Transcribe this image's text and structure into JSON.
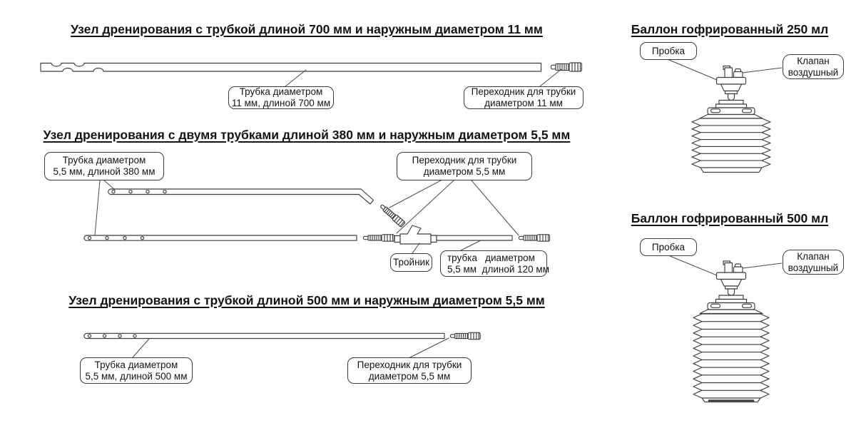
{
  "sections": {
    "s1": {
      "title": "Узел дренирования с трубкой длиной 700 мм и наружным диаметром 11 мм",
      "tube_label": {
        "line1": "Трубка диаметром",
        "line2": "11 мм, длиной 700 мм"
      },
      "adapter_label": {
        "line1": "Переходник для трубки",
        "line2": "диаметром 11 мм"
      }
    },
    "s2": {
      "title": "Узел дренирования с двумя трубками длиной 380 мм и наружным диаметром 5,5 мм",
      "tube_label": {
        "line1": "Трубка диаметром",
        "line2": "5,5 мм, длиной 380 мм"
      },
      "adapter_label": {
        "line1": "Переходник для трубки",
        "line2": "диаметром 5,5 мм"
      },
      "tee_label": "Тройник",
      "short_tube_label": {
        "line1": "трубка   диаметром",
        "line2": "5,5 мм  длиной 120 мм"
      }
    },
    "s3": {
      "title": "Узел дренирования с трубкой длиной 500 мм и наружным диаметром 5,5 мм",
      "tube_label": {
        "line1": "Трубка диаметром",
        "line2": "5,5 мм, длиной 500 мм"
      },
      "adapter_label": {
        "line1": "Переходник для трубки",
        "line2": "диаметром 5,5 мм"
      }
    },
    "balloon250": {
      "title": "Баллон гофрированный 250 мл",
      "stopper_label": "Пробка",
      "valve_label": {
        "line1": "Клапан",
        "line2": "воздушный"
      }
    },
    "balloon500": {
      "title": "Баллон гофрированный 500 мл",
      "stopper_label": "Пробка",
      "valve_label": {
        "line1": "Клапан",
        "line2": "воздушный"
      }
    }
  },
  "colors": {
    "line": "#3d3d3d",
    "leader": "#4a4a4a",
    "text": "#141414",
    "background": "#ffffff"
  }
}
